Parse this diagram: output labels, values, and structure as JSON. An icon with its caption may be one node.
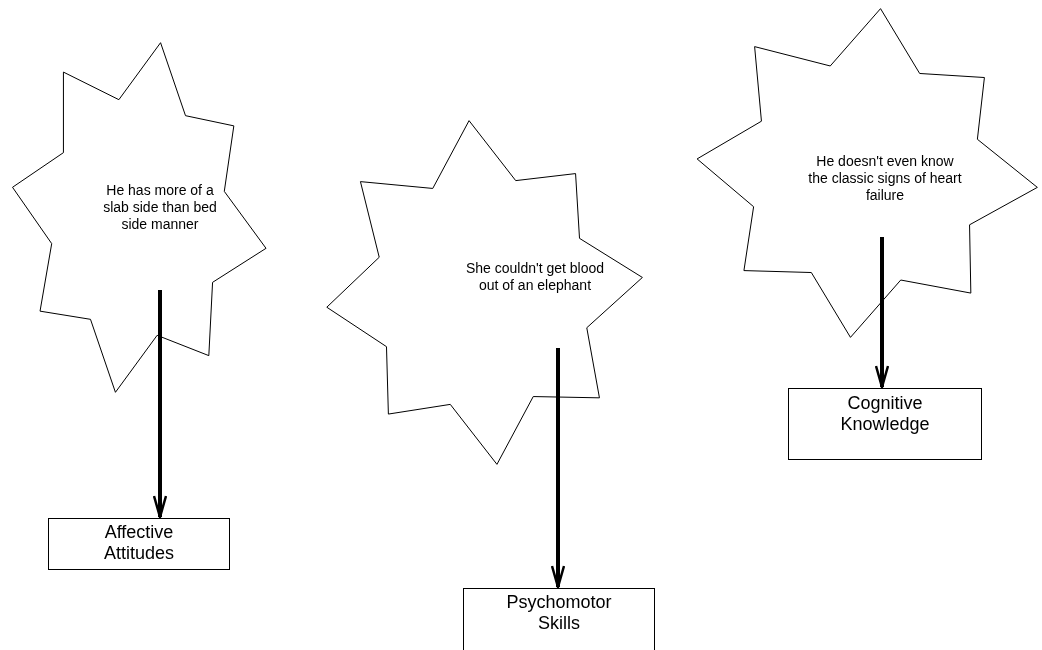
{
  "diagram": {
    "nodes": [
      {
        "text": [
          "He has more of a slab side than bed side manner"
        ]
      },
      {
        "text": [
          "She couldn't get blood out of an elephant"
        ]
      },
      {
        "text": [
          "He doesn't even know the classic signs of heart failure"
        ]
      },
      {
        "text": [
          "Affective Attitudes"
        ]
      },
      {
        "text": [
          "Psychomotor Skills"
        ]
      },
      {
        "text": [
          "Cognitive Knowledge"
        ]
      }
    ],
    "edges": [
      {
        "from": 0,
        "to": 3,
        "arrow": "to"
      },
      {
        "from": 1,
        "to": 4,
        "arrow": "to"
      },
      {
        "from": 2,
        "to": 5,
        "arrow": "to"
      }
    ]
  }
}
